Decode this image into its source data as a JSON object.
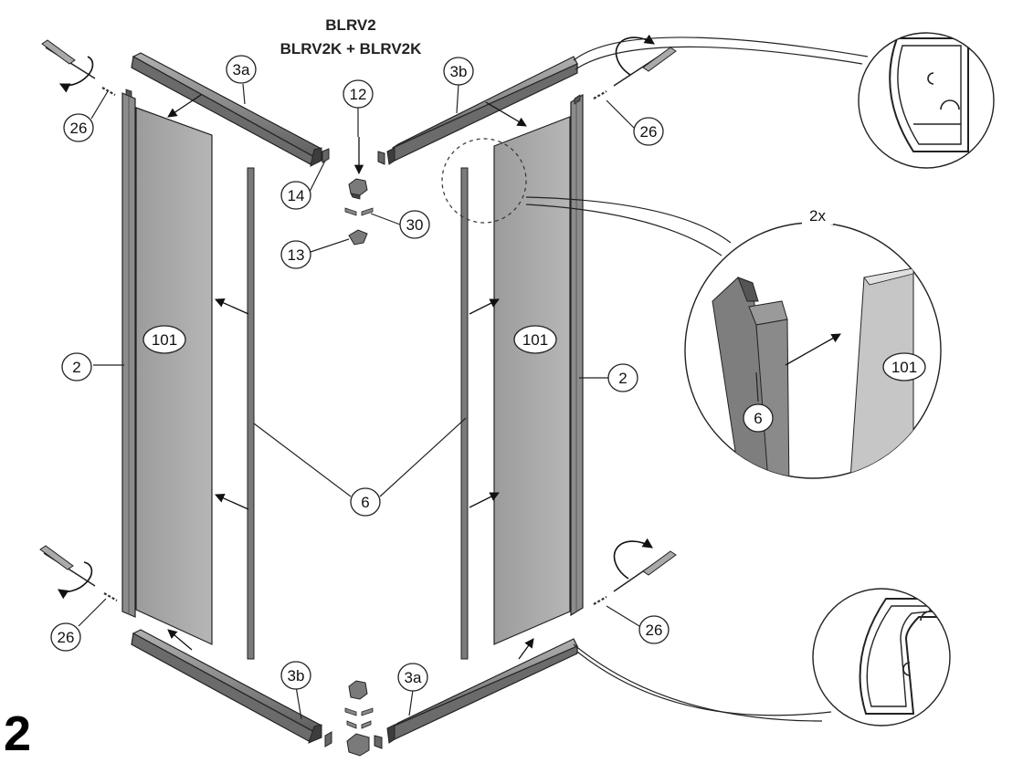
{
  "header": {
    "model_line1": "BLRV2",
    "model_line2": "BLRV2K + BLRV2K"
  },
  "step_number": "2",
  "detail_label": "2x",
  "parts": {
    "glass_panel": "101",
    "wall_profile": "2",
    "top_rail_left": "3a",
    "top_rail_right": "3b",
    "bottom_rail_left": "3b",
    "bottom_rail_right": "3a",
    "seal_profile": "6",
    "screw": "26",
    "end_cap": "14",
    "corner_top": "12",
    "corner_bottom": "13",
    "connector": "30"
  },
  "icons": [
    "screwdriver-icon",
    "rotate-arrow-icon"
  ],
  "colors": {
    "glass": "#a8a8a8",
    "profile": "#8f8f8f",
    "profile_dark": "#5c5c5c",
    "outline": "#222222"
  }
}
